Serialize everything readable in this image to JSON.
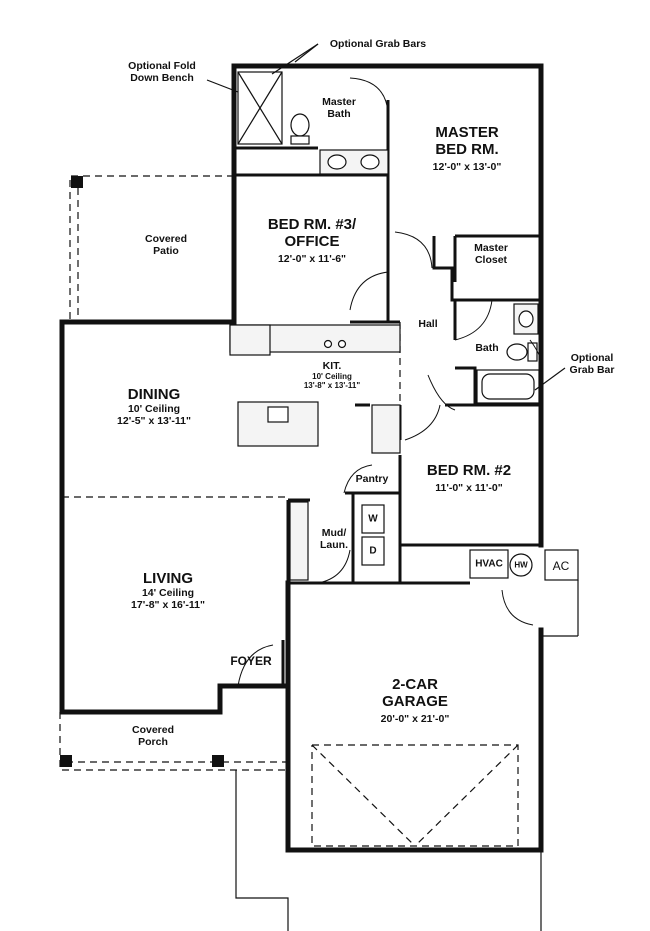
{
  "rooms": {
    "master_bed": {
      "name_line1": "MASTER",
      "name_line2": "BED RM.",
      "dims": "12'-0\" x 13'-0\""
    },
    "bed3": {
      "name_line1": "BED RM. #3/",
      "name_line2": "OFFICE",
      "dims": "12'-0\" x 11'-6\""
    },
    "bed2": {
      "name": "BED RM. #2",
      "dims": "11'-0\" x 11'-0\""
    },
    "dining": {
      "name": "DINING",
      "ceiling": "10' Ceiling",
      "dims": "12'-5\" x 13'-11\""
    },
    "kitchen": {
      "name": "KIT.",
      "ceiling": "10' Ceiling",
      "dims": "13'-8\" x 13'-11\""
    },
    "living": {
      "name": "LIVING",
      "ceiling": "14' Ceiling",
      "dims": "17'-8\" x 16'-11\""
    },
    "garage": {
      "name_line1": "2-CAR",
      "name_line2": "GARAGE",
      "dims": "20'-0\" x 21'-0\""
    },
    "master_bath": {
      "name_line1": "Master",
      "name_line2": "Bath"
    },
    "master_closet": {
      "name_line1": "Master",
      "name_line2": "Closet"
    },
    "bath": {
      "name": "Bath"
    },
    "hall": {
      "name": "Hall"
    },
    "pantry": {
      "name": "Pantry"
    },
    "mud_laundry": {
      "name_line1": "Mud/",
      "name_line2": "Laun."
    },
    "foyer": {
      "name": "FOYER"
    },
    "covered_patio": {
      "name_line1": "Covered",
      "name_line2": "Patio"
    },
    "covered_porch": {
      "name_line1": "Covered",
      "name_line2": "Porch"
    }
  },
  "callouts": {
    "fold_bench_line1": "Optional Fold",
    "fold_bench_line2": "Down Bench",
    "grab_bars": "Optional Grab Bars",
    "grab_bar_line1": "Optional",
    "grab_bar_line2": "Grab Bar"
  },
  "equipment": {
    "hvac": "HVAC",
    "water_heater": "HW",
    "ac": "AC",
    "washer": "W",
    "dryer": "D"
  }
}
